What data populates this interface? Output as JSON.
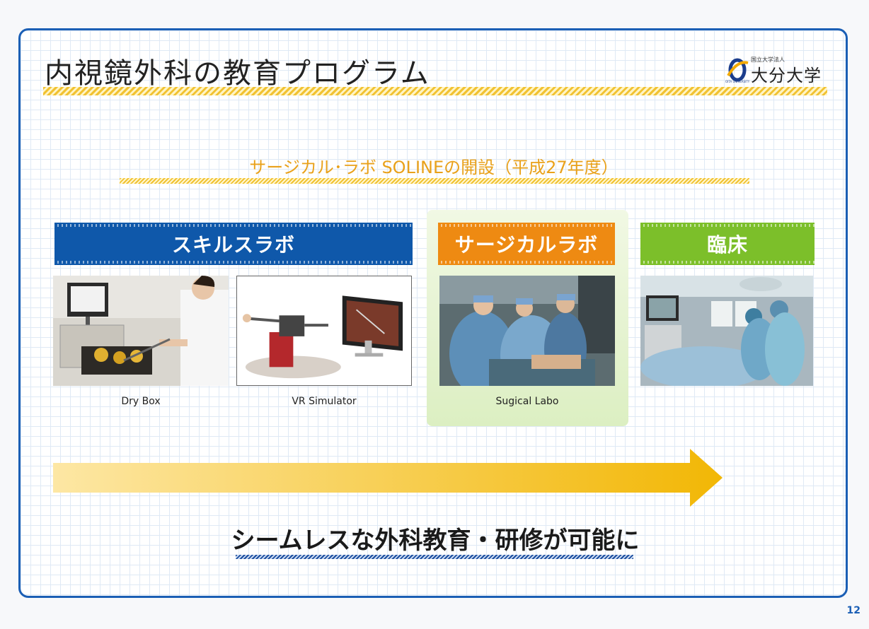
{
  "title": "内視鏡外科の教育プログラム",
  "logo": {
    "small_text": "国立大学法人",
    "name": "大分大学",
    "en_text": "OITA UNIVERSITY"
  },
  "subtitle": "サージカル･ラボ SOLINEの開設（平成27年度）",
  "sections": {
    "skills_lab": {
      "label": "スキルスラボ",
      "color": "#0f58aa"
    },
    "surgical_lab": {
      "label": "サージカルラボ",
      "color": "#ee8a12"
    },
    "clinical": {
      "label": "臨床",
      "color": "#7cbf2a"
    }
  },
  "captions": {
    "dry_box": "Dry Box",
    "vr_simulator": "VR Simulator",
    "surgical_labo": "Sugical Labo"
  },
  "slogan": "シームレスな外科教育・研修が可能に",
  "page_number": "12",
  "colors": {
    "frame": "#1b5fb5",
    "arrow_start": "#fde7a4",
    "arrow_end": "#f2b705",
    "subtitle": "#e9a11a"
  }
}
